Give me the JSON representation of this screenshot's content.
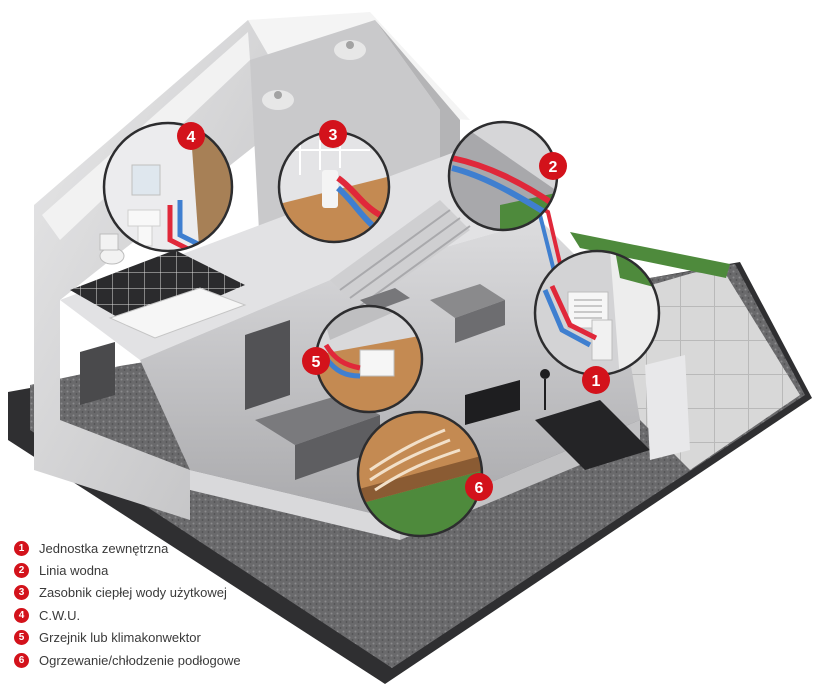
{
  "colors": {
    "accent": "#d3121b",
    "pipe_hot": "#e0283a",
    "pipe_cold": "#3f7fd0",
    "wood": "#c48a52",
    "grass": "#4e8a3c"
  },
  "badges": [
    {
      "number": "1",
      "label": "Jednostka zewnętrzna"
    },
    {
      "number": "2",
      "label": "Linia wodna"
    },
    {
      "number": "3",
      "label": "Zasobnik ciepłej wody użytkowej"
    },
    {
      "number": "4",
      "label": "C.W.U."
    },
    {
      "number": "5",
      "label": "Grzejnik lub klimakonwektor"
    },
    {
      "number": "6",
      "label": "Ogrzewanie/chłodzenie podłogowe"
    }
  ]
}
